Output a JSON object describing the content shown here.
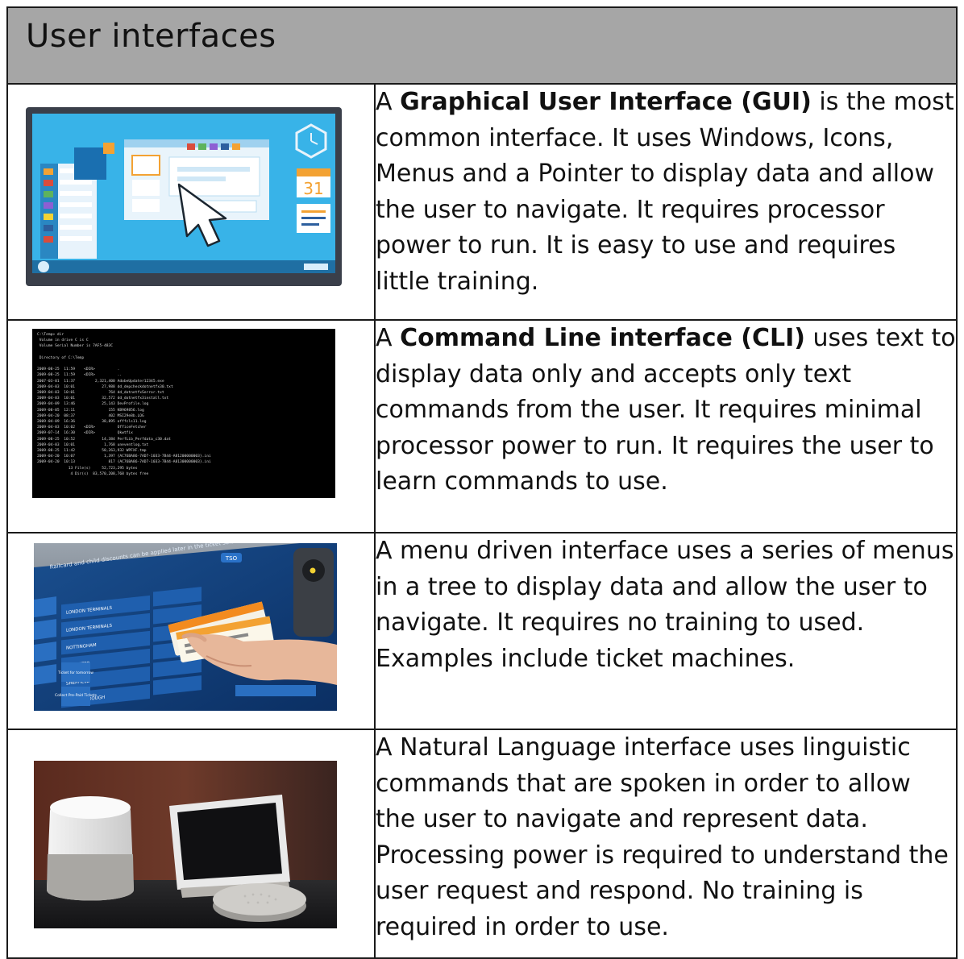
{
  "header": {
    "title": "User interfaces"
  },
  "rows": [
    {
      "image": "gui-illustration",
      "text": {
        "prefix": "A ",
        "bold": "Graphical User Interface (GUI)",
        "rest": " is the most common interface. It uses Windows, Icons, Menus and a Pointer to display data and allow the user to navigate. It requires processor power to run. It is easy to use and requires little training."
      },
      "calendar_number": "31"
    },
    {
      "image": "cli-screenshot",
      "text": {
        "prefix": "A ",
        "bold": "Command Line interface (CLI)",
        "rest": " uses text to display data only and accepts only text commands from the user. It requires minimal processor power to run. It requires the user to learn commands to use."
      },
      "cli_lines": [
        "C:\\Temp> dir",
        " Volume in drive C is C",
        " Volume Serial Number is 7AF5-483C",
        "",
        " Directory of C:\\Temp",
        "",
        "2009-08-25  11:59    <DIR>          .",
        "2009-08-25  11:59    <DIR>          ..",
        "2007-03-01  11:37         2,321,400 AdobeUpdater12345.exe",
        "2009-04-03  10:01            27,988 dd_depcheckdotnetfx30.txt",
        "2009-04-03  10:01               764 dd_dotnetfxSerror.txt",
        "2009-04-03  10:01            32,572 dd_dotnetfx3install.txt",
        "2009-04-09  13:46            25,143 DevProfile.log",
        "2009-08-05  12:11               155 KB969856.log",
        "2009-04-20  08:37               402 MSI29e8b.LOG",
        "2009-04-09  16:36            38,895 offfcls11.log",
        "2009-04-03  10:02    <DIR>          OfficeFetcher",
        "2009-07-14  16:30    <DIR>          Qkwtfix",
        "2009-08-25  10:52            14,384 PerfLib_Perfdata_c30.dat",
        "2009-04-03  10:01             1,768 uneventlog.txt",
        "2009-08-25  11:42            50,263,932 WPFXF.tmp",
        "2009-04-20  10:07             1,397 {AC76BA86-7AD7-1033-7B44-A81200000003}.ini",
        "2009-04-20  10:13               817 {AC76BA86-7AD7-1033-7B44-A81300000003}.ini",
        "              13 File(s)     52,723,295 bytes",
        "               4 Dir(s)  83,570,208,768 bytes free"
      ]
    },
    {
      "image": "ticket-machine-photo",
      "text": {
        "prefix": "",
        "bold": "",
        "rest": "A menu driven interface uses a series of menus in a tree to display data and allow the user to navigate. It requires no training to used. Examples include ticket machines."
      },
      "kiosk_header": "Railcard and child discounts can be applied later in the ticket selection process.",
      "kiosk_logo": "TSO",
      "kiosk_destinations": [
        "LONDON TERMINALS",
        "LONDON TERMINALS",
        "NOTTINGHAM",
        "LEICESTER",
        "SHEFFIELD",
        "LOUGHBOROUGH"
      ],
      "kiosk_buttons": [
        "Ticket for tomorrow",
        "Collect Pre-Paid Tickets"
      ]
    },
    {
      "image": "smart-speaker-photo",
      "text": {
        "prefix": "",
        "bold": "",
        "rest": "A Natural Language interface uses linguistic commands that are spoken in order to allow the user to navigate and represent data. Processing power is required to understand the user request and respond. No training is required in order to use."
      }
    }
  ]
}
